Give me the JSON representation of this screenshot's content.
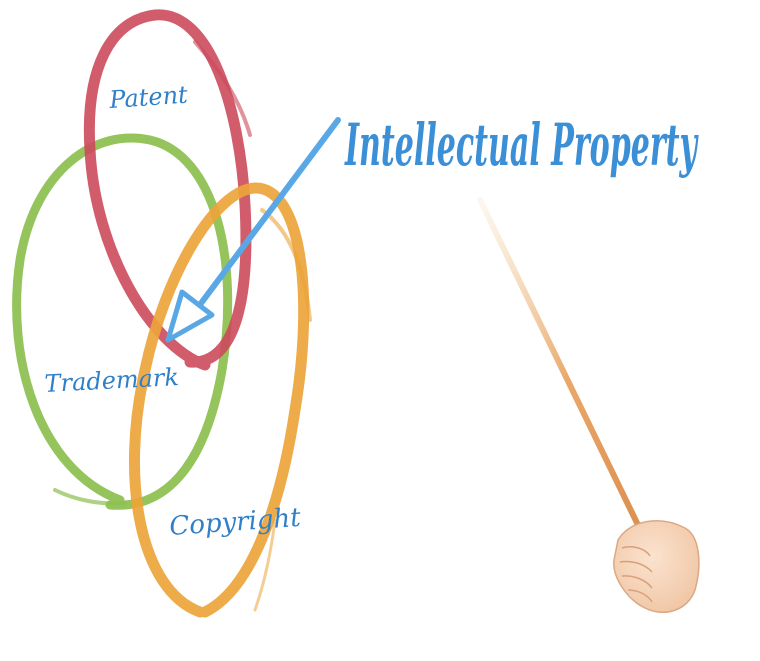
{
  "title": "Intellectual Property",
  "labels": {
    "patent": "Patent",
    "trademark": "Trademark",
    "copyright": "Copyright"
  },
  "colors": {
    "patent_ring": "#cc4a5c",
    "trademark_ring": "#8cbf4e",
    "copyright_ring": "#eba43a",
    "label_text": "#2f7fc9",
    "title_text": "#3b8fd6",
    "arrow": "#5aa7e6"
  },
  "icons": [
    "arrow-icon",
    "pointer-stick-icon",
    "hand-icon"
  ]
}
